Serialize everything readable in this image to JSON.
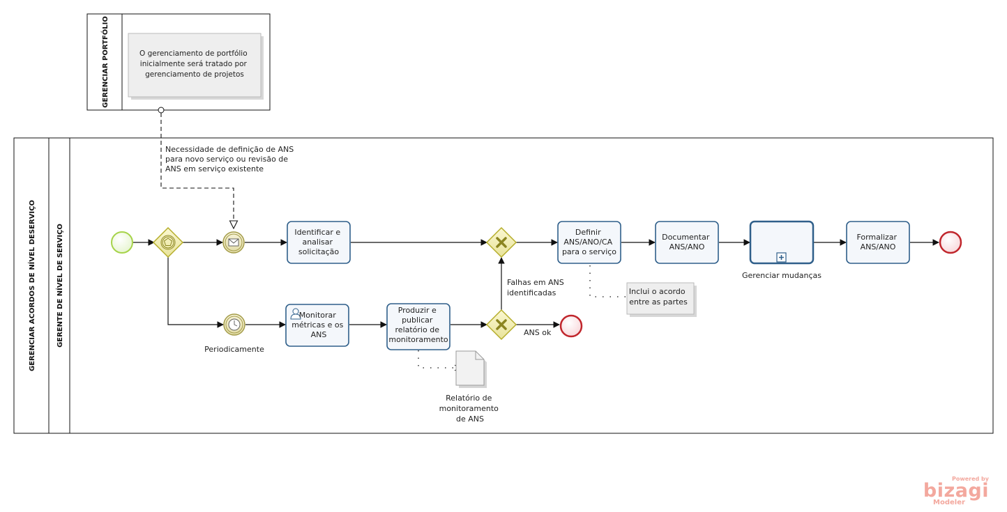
{
  "pool_portfolio": {
    "title": "GERENCIAR PORTFÓLIO",
    "note": [
      "O gerenciamento de portfólio",
      "inicialmente será tratado por",
      "gerenciamento de projetos"
    ]
  },
  "message_flow_label": [
    "Necessidade de definição de ANS",
    "para novo serviço ou revisão de",
    "ANS em serviço existente"
  ],
  "pool_main": {
    "title": "GERENCIAR ACORDOS DE NÍVEL DESERVIÇO",
    "lane": "GERENTE DE NÍVEL DE SERVIÇO"
  },
  "tasks": {
    "identificar": [
      "Identificar e",
      "analisar",
      "solicitação"
    ],
    "monitorar": [
      "Monitorar",
      "métricas e os",
      "ANS"
    ],
    "produzir": [
      "Produzir e",
      "publicar",
      "relatório de",
      "monitoramento"
    ],
    "definir": [
      "Definir",
      "ANS/ANO/CA",
      "para o serviço"
    ],
    "documentar": [
      "Documentar",
      "ANS/ANO"
    ],
    "gerenciar": "Gerenciar mudanças",
    "formalizar": [
      "Formalizar",
      "ANS/ANO"
    ]
  },
  "labels": {
    "periodicamente": "Periodicamente",
    "falhas": [
      "Falhas em ANS",
      "identificadas"
    ],
    "ans_ok": "ANS ok",
    "annotation": [
      "Inclui o acordo",
      "entre as partes"
    ],
    "relatorio": [
      "Relatório de",
      "monitoramento",
      "de ANS"
    ]
  },
  "branding": {
    "powered": "Powered by",
    "name": "bizagi",
    "sub": "Modeler"
  },
  "colors": {
    "start": "#a6d34a",
    "end": "#c0262c",
    "gateway": "#c9c23a",
    "task_border": "#2f5f8a",
    "brand": "#f3a89e"
  }
}
